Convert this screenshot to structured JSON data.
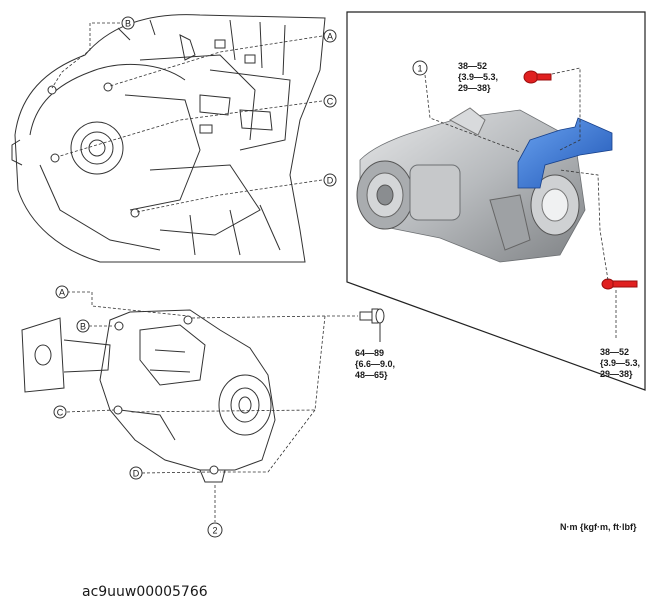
{
  "callouts": {
    "A": "A",
    "B": "B",
    "C": "C",
    "D": "D"
  },
  "part_numbers": {
    "one": "1",
    "two": "2"
  },
  "torque_top": {
    "l1": "38—52",
    "l2": "{3.9—5.3,",
    "l3": "29—38}"
  },
  "torque_right": {
    "l1": "38—52",
    "l2": "{3.9—5.3,",
    "l3": "29—38}"
  },
  "torque_center": {
    "l1": "64—89",
    "l2": "{6.6—9.0,",
    "l3": "48—65}"
  },
  "unit_label": "N·m {kgf·m, ft·lbf}",
  "image_code": "ac9uuw00005766",
  "colors": {
    "bracket": "#2f6fd8",
    "bolt": "#e02020",
    "line": "#333333",
    "metal": "#b9bcbf"
  }
}
